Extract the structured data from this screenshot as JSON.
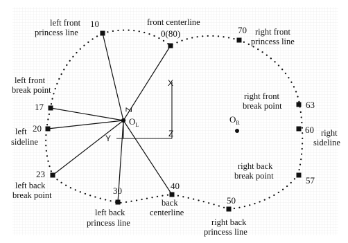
{
  "points": [
    {
      "id": "p10",
      "number": "10"
    },
    {
      "id": "p0",
      "number": "0(80)"
    },
    {
      "id": "p70",
      "number": "70"
    },
    {
      "id": "p17",
      "number": "17"
    },
    {
      "id": "p20",
      "number": "20"
    },
    {
      "id": "p23",
      "number": "23"
    },
    {
      "id": "p30",
      "number": "30"
    },
    {
      "id": "p40",
      "number": "40"
    },
    {
      "id": "p50",
      "number": "50"
    },
    {
      "id": "p57",
      "number": "57"
    },
    {
      "id": "p60",
      "number": "60"
    },
    {
      "id": "p63",
      "number": "63"
    }
  ],
  "labels": {
    "left_front_princess_line": [
      "left front",
      "princess line"
    ],
    "front_centerline": [
      "front centerline"
    ],
    "right_front_princess_line": [
      "right front",
      "princess line"
    ],
    "left_front_break_point": [
      "left front",
      "break point"
    ],
    "left_sideline": [
      "left",
      "sideline"
    ],
    "left_back_break_point": [
      "left back",
      "break point"
    ],
    "left_back_princess_line": [
      "left back",
      "princess line"
    ],
    "back_centerline": [
      "back",
      "centerline"
    ],
    "right_back_princess_line": [
      "right back",
      "princess line"
    ],
    "right_back_break_point": [
      "right back",
      "break point"
    ],
    "right_sideline": [
      "right",
      "sideline"
    ],
    "right_front_break_point": [
      "right front",
      "break point"
    ]
  },
  "centers": {
    "left": {
      "main": "O",
      "sub": "L"
    },
    "right": {
      "main": "O",
      "sub": "R"
    }
  },
  "axes": {
    "x_label": "X",
    "y_label": "Y",
    "z_label": "Z"
  }
}
